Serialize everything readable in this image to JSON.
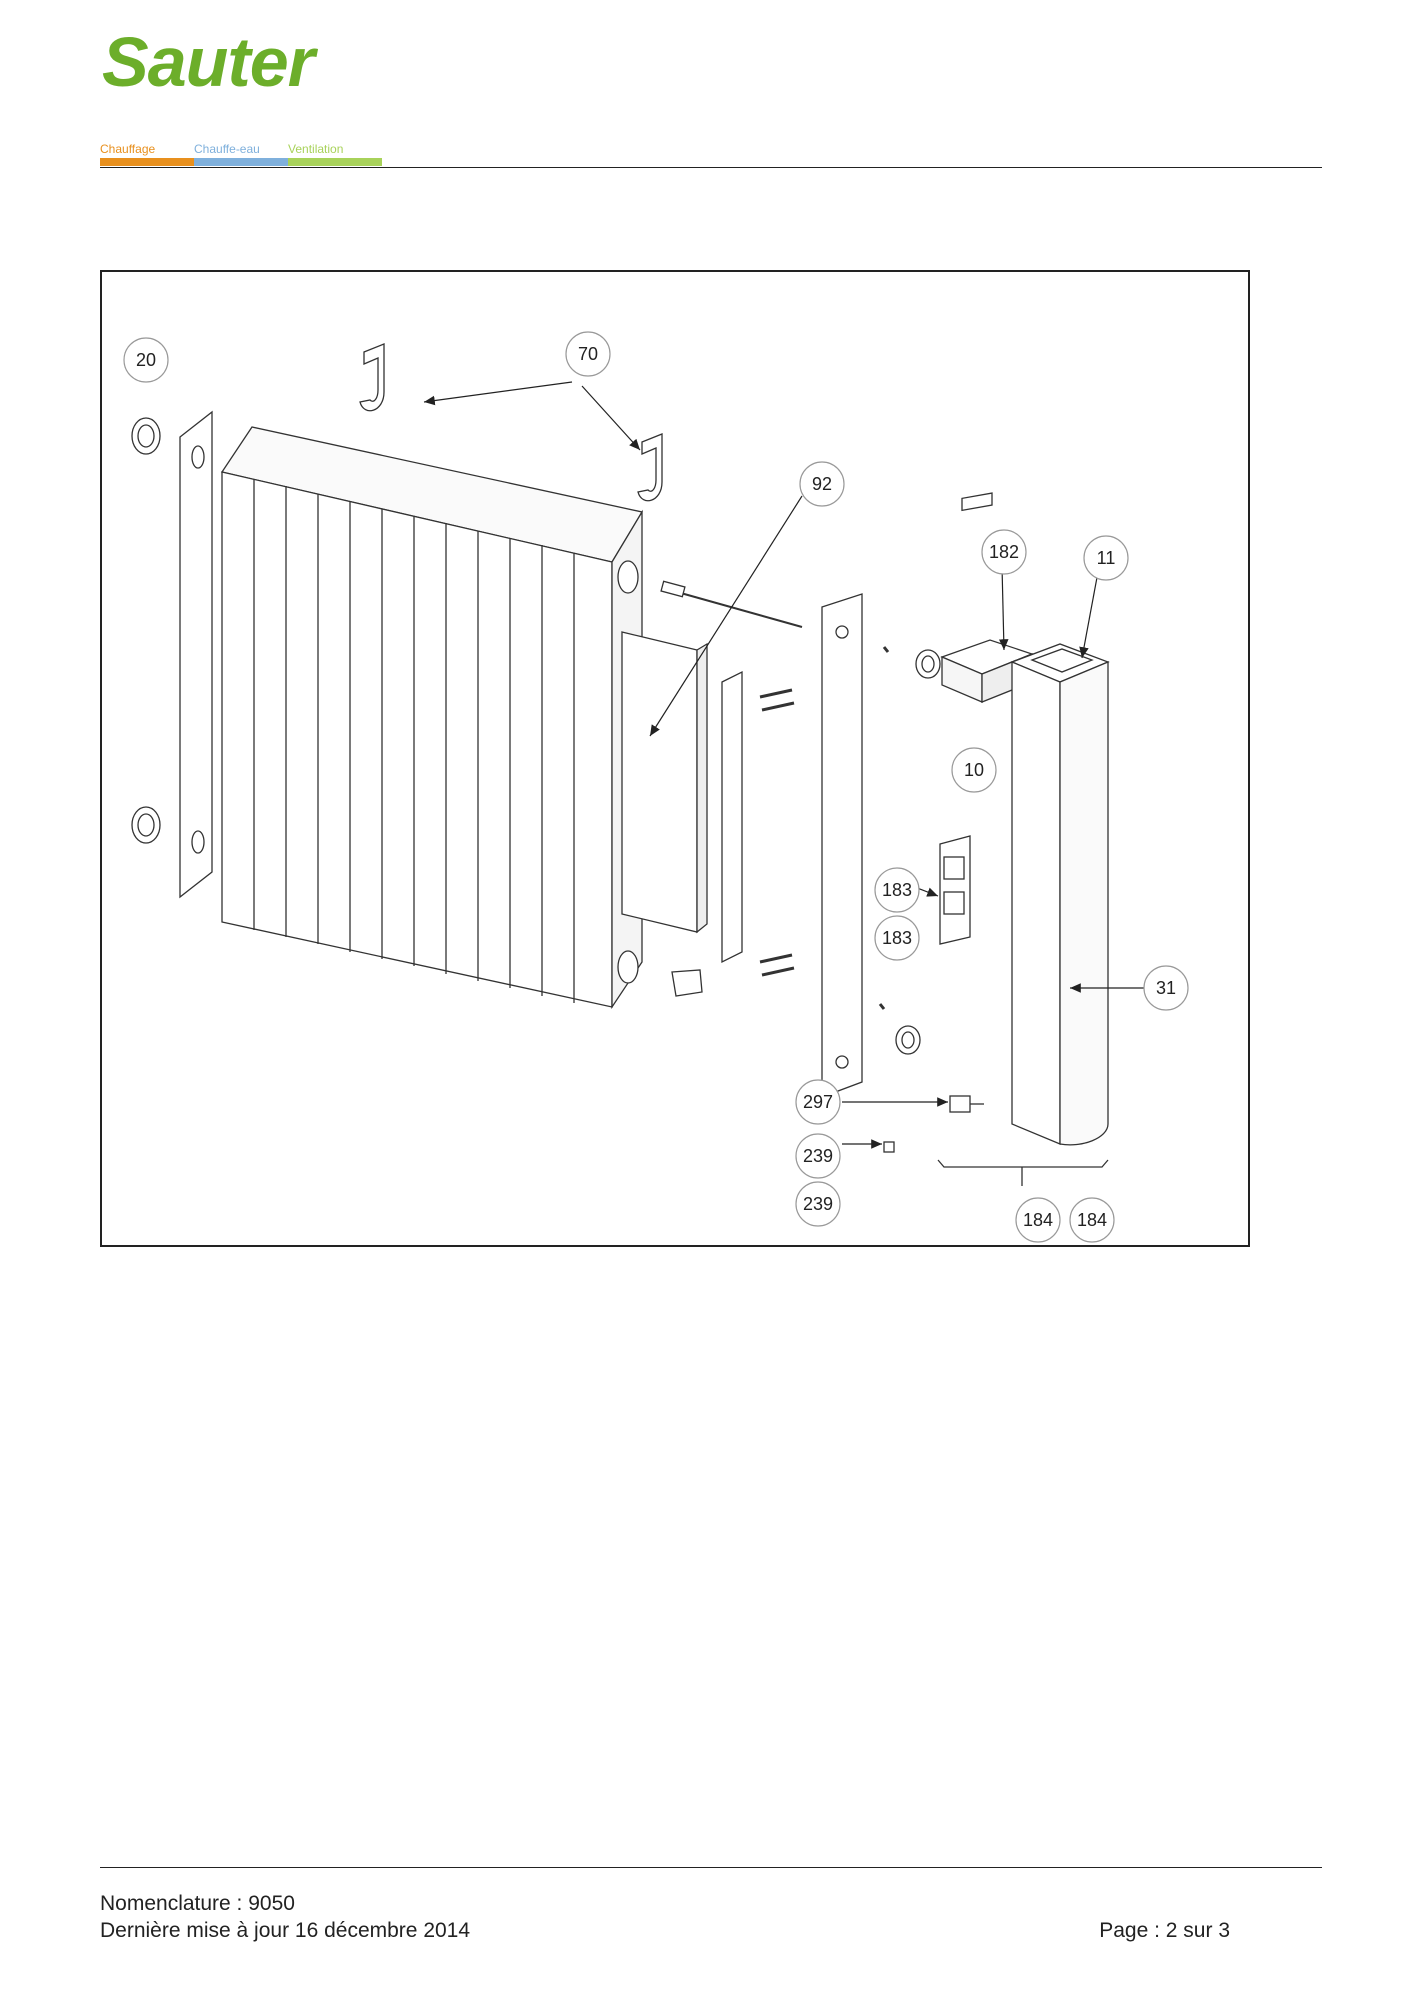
{
  "header": {
    "brand": "Sauter",
    "brand_color": "#6cae2a",
    "categories": [
      {
        "label": "Chauffage",
        "color": "#e8901e"
      },
      {
        "label": "Chauffe-eau",
        "color": "#7fb0dc"
      },
      {
        "label": "Ventilation",
        "color": "#a8d25a"
      }
    ]
  },
  "diagram": {
    "callouts": [
      "20",
      "70",
      "92",
      "182",
      "11",
      "10",
      "183",
      "183",
      "31",
      "297",
      "239",
      "239",
      "184",
      "184"
    ]
  },
  "footer": {
    "nomenclature": "Nomenclature : 9050",
    "updated": "Dernière mise à jour 16 décembre 2014",
    "page": "Page : 2 sur 3"
  }
}
